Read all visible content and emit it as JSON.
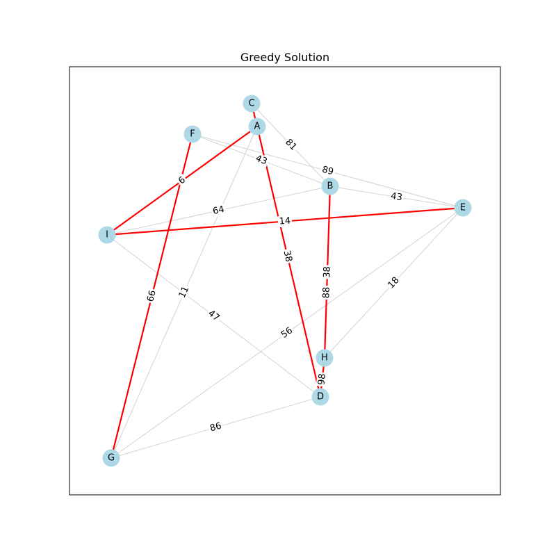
{
  "title": "Greedy Solution",
  "colors": {
    "node_fill": "#add8e6",
    "edge_default": "#d3d3d3",
    "edge_highlight": "#ff0000",
    "frame": "#000000",
    "label_bg": "#ffffff"
  },
  "nodes": [
    {
      "id": "A",
      "label": "A"
    },
    {
      "id": "B",
      "label": "B"
    },
    {
      "id": "C",
      "label": "C"
    },
    {
      "id": "D",
      "label": "D"
    },
    {
      "id": "E",
      "label": "E"
    },
    {
      "id": "F",
      "label": "F"
    },
    {
      "id": "G",
      "label": "G"
    },
    {
      "id": "H",
      "label": "H"
    },
    {
      "id": "I",
      "label": "I"
    }
  ],
  "edges": [
    {
      "source": "C",
      "target": "B",
      "weight": "81",
      "highlight": false
    },
    {
      "source": "F",
      "target": "B",
      "weight": "43",
      "highlight": false
    },
    {
      "source": "F",
      "target": "E",
      "weight": "89",
      "highlight": false
    },
    {
      "source": "B",
      "target": "E",
      "weight": "43",
      "highlight": false
    },
    {
      "source": "I",
      "target": "B",
      "weight": "64",
      "highlight": false
    },
    {
      "source": "A",
      "target": "G",
      "weight": "11",
      "highlight": false
    },
    {
      "source": "I",
      "target": "D",
      "weight": "47",
      "highlight": false
    },
    {
      "source": "G",
      "target": "E",
      "weight": "56",
      "highlight": false
    },
    {
      "source": "E",
      "target": "H",
      "weight": "18",
      "highlight": false
    },
    {
      "source": "G",
      "target": "D",
      "weight": "86",
      "highlight": false
    },
    {
      "source": "C",
      "target": "A",
      "weight": "",
      "highlight": true
    },
    {
      "source": "A",
      "target": "I",
      "weight": "6",
      "highlight": true
    },
    {
      "source": "I",
      "target": "E",
      "weight": "14",
      "highlight": true
    },
    {
      "source": "A",
      "target": "D",
      "weight": "38",
      "highlight": true
    },
    {
      "source": "F",
      "target": "G",
      "weight": "66",
      "highlight": true
    },
    {
      "source": "B",
      "target": "H",
      "weight": "38",
      "highlight": true
    },
    {
      "source": "B",
      "target": "H",
      "weight": "88",
      "highlight": true
    },
    {
      "source": "H",
      "target": "D",
      "weight": "98",
      "highlight": true
    }
  ]
}
